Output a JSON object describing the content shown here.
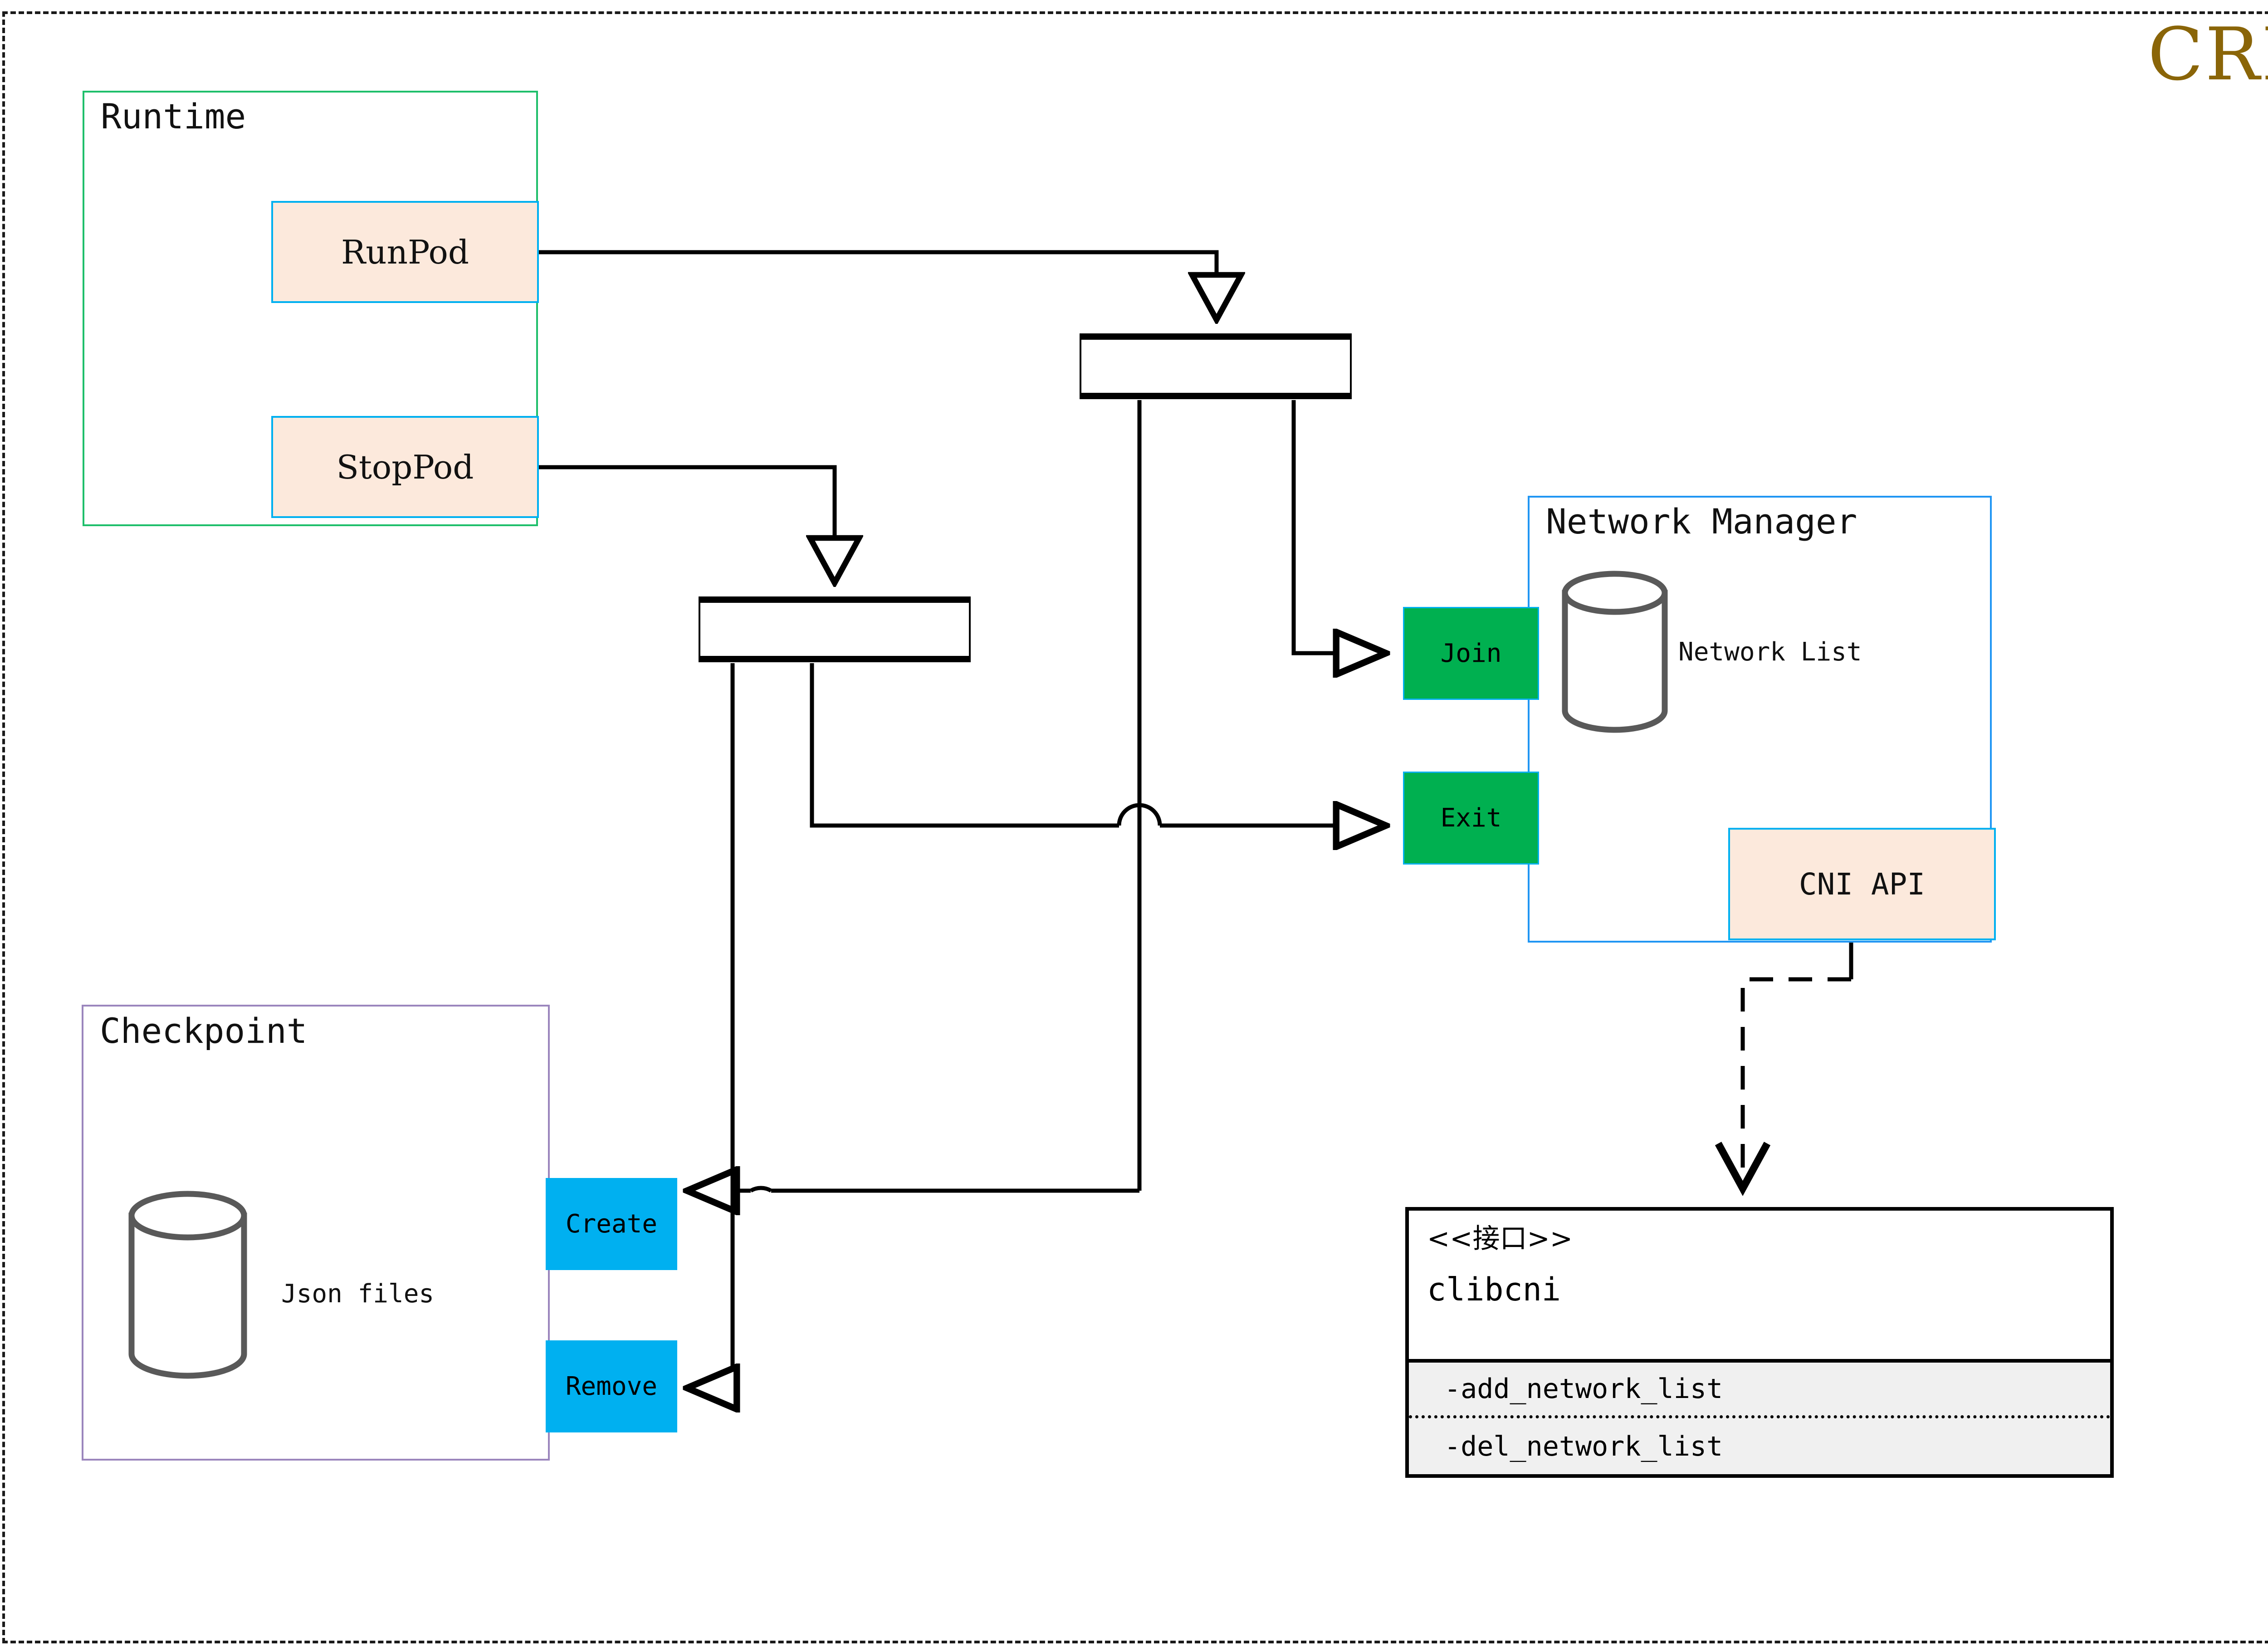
{
  "diagram": {
    "title": "CRI",
    "title_color": "#8a6508",
    "frame_style": "dashed"
  },
  "groups": {
    "runtime": {
      "label": "Runtime",
      "border_color": "#1fbf6b"
    },
    "checkpoint": {
      "label": "Checkpoint",
      "border_color": "#9b86bd"
    },
    "network_manager": {
      "label": "Network Manager",
      "border_color": "#2196f3"
    }
  },
  "nodes": {
    "runpod": {
      "label": "RunPod",
      "fill": "#fce9dc",
      "border": "#00b0f0"
    },
    "stoppod": {
      "label": "StopPod",
      "fill": "#fce9dc",
      "border": "#00b0f0"
    },
    "join": {
      "label": "Join",
      "fill": "#00b050",
      "border": "#00b0f0"
    },
    "exit": {
      "label": "Exit",
      "fill": "#00b050",
      "border": "#00b0f0"
    },
    "create": {
      "label": "Create",
      "fill": "#00b0f0"
    },
    "remove": {
      "label": "Remove",
      "fill": "#00b0f0"
    },
    "cni_api": {
      "label": "CNI API",
      "fill": "#fce9dc",
      "border": "#00b0f0"
    }
  },
  "datastores": {
    "network_list": {
      "label": "Network List",
      "shape": "cylinder",
      "stroke": "#595959"
    },
    "json_files": {
      "label": "Json files",
      "shape": "cylinder",
      "stroke": "#595959"
    }
  },
  "interface": {
    "stereotype": "<<接口>>",
    "name": "clibcni",
    "operations": [
      "-add_network_list",
      "-del_network_list"
    ],
    "ops_bg": "#f0f0f0"
  },
  "forks": {
    "top_bar": {
      "name": "fork-bar-runpod"
    },
    "lower_bar": {
      "name": "fork-bar-stoppod"
    }
  }
}
